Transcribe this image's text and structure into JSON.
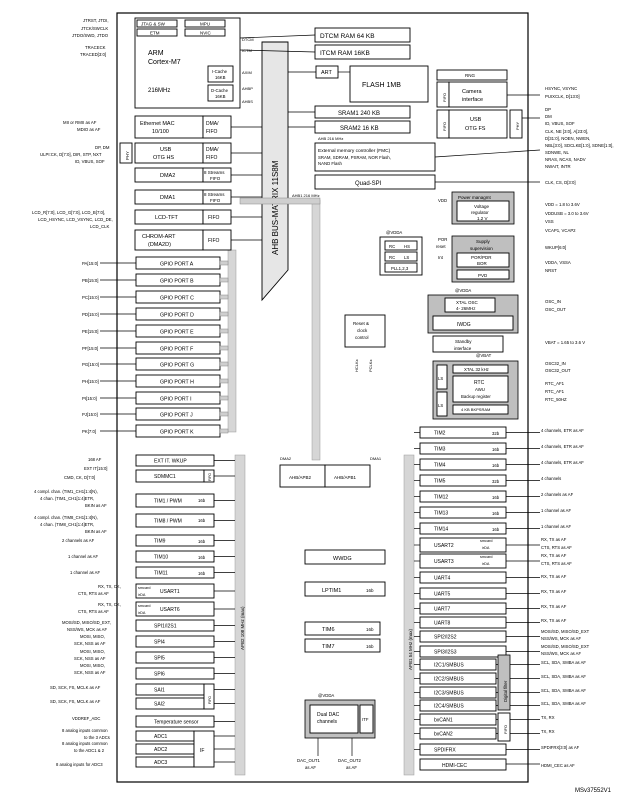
{
  "left_pins": {
    "jtag": [
      "JTRST, JTDI,",
      "JTCK/SWCLK",
      "JTDO/SWD, JTDO"
    ],
    "trace": [
      "TRACECK",
      "TRACED[3:0]"
    ],
    "eth_pins": [
      "MII or RMII as AF",
      "MDIO as AF"
    ],
    "usb_hs_pins": [
      "DP, DM",
      "ULPI:CK, D[7:0], DIR, STP, NXT",
      "ID, VBUS, SOF"
    ],
    "lcd_pins": [
      "LCD_R[7:0], LCD_G[7:0], LCD_B[7:0],",
      "LCD_HSYNC, LCD_VSYNC, LCD_DE,",
      "LCD_CLK"
    ],
    "gpio": [
      "PA[15:0]",
      "PB[15:0]",
      "PC[15:0]",
      "PD[15:0]",
      "PE[15:0]",
      "PF[15:0]",
      "PG[15:0]",
      "PH[15:0]",
      "PI[15:0]",
      "PJ[15:0]",
      "PK[7:0]"
    ],
    "apb2": [
      "168 AF",
      "EXT IT[15:0]",
      "CMD, CK, D[7:0]",
      "4 compl. chan. (TIM1_CH1[1:4]N),",
      "4 chan. (TIM1_CH1[1:4]ETR,",
      "BKIN as AF",
      "4 compl. chan. (TIM8_CH1[1:4]N),",
      "4 chan. (TIM8_CH1[1:4]ETR,",
      "BKIN as AF",
      "2 channels as AF",
      "1 channel as AF",
      "1 channel as AF",
      "RX, TX, CK,",
      "CTS, RTS as AF",
      "RX, TX, CK,",
      "CTS, RTS as AF",
      "MOSI/SD, MISO/SD_EXT,",
      "NSS/WS, MCK as AF",
      "MOSI, MISO,",
      "SCK, NSS as AF",
      "MOSI, MISO,",
      "SCK, NSS as AF",
      "MOSI, MISO,",
      "SCK, NSS as AF",
      "SD, SCK, FS, MCLK as AF",
      "SD, SCK, FS, MCLK as AF",
      "VDDREF_ADC",
      "8 analog inputs common",
      "to the 3 ADCs",
      "8 analog inputs common",
      "to the ADC1 & 2",
      "8 analog inputs for ADC3"
    ]
  },
  "core": {
    "jtag_sw": "JTAG & SW",
    "mpu": "MPU",
    "etm": "ETM",
    "nvic": "NVIC",
    "cpu_name": "ARM",
    "cpu_core": "Cortex-M7",
    "freq": "216MHz",
    "icache": [
      "I-Cache",
      "16KB"
    ],
    "dcache": [
      "D-Cache",
      "16KB"
    ],
    "ports": [
      "DTCM",
      "ICTM",
      "AXIM",
      "AHBP",
      "AHBS"
    ]
  },
  "memory": {
    "dtcm": "DTCM RAM 64 KB",
    "itcm": "ITCM RAM 16KB",
    "art": "ART",
    "flash": "FLASH 1MB",
    "sram1": "SRAM1 240 KB",
    "sram2": "SRAM2 16 KB",
    "ahb_bus_label": "AHB 216 MHz",
    "fmc_title": "External memory controller (FMC)",
    "fmc_desc": [
      "SRAM, SDRAM, PSRAM, NOR Flash,",
      "NAND Flash"
    ],
    "quadspi": "Quad-SPI",
    "ahb_bus_label2": "AHB1 216 MHz"
  },
  "masters": {
    "eth": [
      "Ethernet MAC",
      "10/100"
    ],
    "eth_fifo": [
      "DMA/",
      "FIFO"
    ],
    "usb_hs": [
      "USB",
      "OTG HS"
    ],
    "usb_fifo": [
      "DMA/",
      "FIFO"
    ],
    "phy": "PHY",
    "dma2": "DMA2",
    "dma2_fifo": [
      "8 Streams",
      "FIFO"
    ],
    "dma1": "DMA1",
    "dma1_fifo": [
      "8 Streams",
      "FIFO"
    ],
    "lcd": "LCD-TFT",
    "lcd_fifo": "FIFO",
    "chrom": [
      "CHROM-ART",
      "(DMA2D)"
    ],
    "chrom_fifo": "FIFO",
    "bus_matrix": "AHB BUS-MATRIX 11S8M"
  },
  "gpio_ports": [
    "GPIO PORT A",
    "GPIO PORT B",
    "GPIO PORT C",
    "GPIO PORT D",
    "GPIO PORT E",
    "GPIO PORT F",
    "GPIO PORT G",
    "GPIO PORT H",
    "GPIO PORT I",
    "GPIO PORT J",
    "GPIO PORT K"
  ],
  "apb2_blocks": {
    "exti": "EXT IT. WKUP",
    "sdmmc": "SDMMC1",
    "fifo": "FIFO",
    "tim1": "TIM1 / PWM",
    "tim8": "TIM8 / PWM",
    "tim9": "TIM9",
    "tim10": "TIM10",
    "tim11": "TIM11",
    "usart1": [
      "USART1",
      "smcard",
      "irDA"
    ],
    "usart6": [
      "USART6",
      "smcard",
      "irDA"
    ],
    "spi1": "SPI1/I2S1",
    "spi4": "SPI4",
    "spi5": "SPI5",
    "spi6": "SPI6",
    "sai1": "SAI1",
    "sai2": "SAI2",
    "temp": "Temperature sensor",
    "adc1": "ADC1",
    "adc2": "ADC2",
    "adc3": "ADC3",
    "if": "IF",
    "bits16": "16b",
    "apb2_label": "APB2 108 MHz (max)"
  },
  "bridges": {
    "dma2": "DMA2",
    "dma1": "DMA1",
    "apb2": "AHB/APB2",
    "apb1": "AHB/APB1"
  },
  "mid_blocks": {
    "wwdg": "WWDG",
    "lptim1": "LPTIM1",
    "tim6": "TIM6",
    "tim7": "TIM7",
    "b16": "16b",
    "vdda": "@VDDA",
    "dac": [
      "Dual DAC",
      "channels"
    ],
    "itf": "ITF",
    "dac_out1": [
      "DAC_OUT1",
      "as AF"
    ],
    "dac_out2": [
      "DAC_OUT2",
      "as AF"
    ],
    "reset": [
      "Reset &",
      "clock",
      "control"
    ],
    "hclk": "HCLKx",
    "pclk": "PCLKx"
  },
  "right_top": {
    "rng": "RNG",
    "camera": [
      "Camera",
      "interface"
    ],
    "fifo": "FIFO",
    "usb_fs": [
      "USB",
      "OTG FS"
    ],
    "phy": "PHY",
    "cam_pins": [
      "HSYNC, VSYNC",
      "PUIXCLK, D[13:0]"
    ],
    "usbfs_pins": [
      "DP",
      "DM",
      "ID, VBUS, SOF"
    ],
    "fmc_pins": [
      "CLK, NE [3:0], A[23:0],",
      "D[31:0], NOEN, NWEN,",
      "NBL[3:0], SDCLKE[1:0], SDNE[1:0],",
      "SDNWE, NL",
      "NRAS, NCAS, NADV",
      "NWAIT, INTR"
    ],
    "qspi_pins": "CLK, CS, D[3:0]"
  },
  "power": {
    "vdd": "VDD",
    "pm": [
      "Power managmt",
      "Voltage",
      "regulator",
      "1.2 V"
    ],
    "vdd_pins": [
      "VDD = 1.8 to 3.6V",
      "VDDUSB = 3.0 to 3.6V",
      "VSS",
      "VCAP1, VCAP2"
    ],
    "vdda_label": "@VDDA",
    "vdd_label": "@VDD",
    "rc_hs": [
      "RC",
      "HS"
    ],
    "rc_ls": [
      "RC",
      "LS"
    ],
    "pll": "PLL1,2,3",
    "por_reset": [
      "POR",
      "reset"
    ],
    "int": "Int",
    "supply_sup": [
      "Supply",
      "supervision"
    ],
    "por_bor": [
      "POR/PDR",
      "BOR"
    ],
    "pvd": "PVD",
    "wkup": "WKUP[6:0]",
    "vdda_pins": [
      "VDDA, VSSA",
      "NRST"
    ],
    "xtal": [
      "XTAL OSC",
      "4- 26MHz"
    ],
    "iwdg": "IWDG",
    "osc_pins": [
      "OSC_IN",
      "OSC_OUT"
    ],
    "standby": [
      "Standby",
      "interface"
    ],
    "vbat_label": "@VBAT",
    "vbat_range": "VBAT = 1.65 to 3.6 V",
    "xtal32": "XTAL 32 kHz",
    "osc32_pins": [
      "OSC32_IN",
      "OSC32_OUT"
    ],
    "ls": "LS",
    "rtc": [
      "RTC",
      "AWU",
      "Backup register"
    ],
    "bkpsram": "4 KB BKPSRAM",
    "rtc_pins": [
      "RTC_AF1",
      "RTC_AF1",
      "RTC_50HZ"
    ]
  },
  "apb1_blocks": {
    "tim2": "TIM2",
    "tim3": "TIM3",
    "tim4": "TIM4",
    "tim5": "TIM5",
    "tim12": "TIM12",
    "tim13": "TIM13",
    "tim14": "TIM14",
    "b32": "32b",
    "b16": "16b",
    "usart2": [
      "USART2",
      "smcard",
      "irDA"
    ],
    "usart3": [
      "USART3",
      "smcard",
      "irDA"
    ],
    "uart4": "UART4",
    "uart5": "UART5",
    "uart7": "UART7",
    "uart8": "UART8",
    "spi2": "SPI2/I2S2",
    "spi3": "SPI3/I2S3",
    "i2c1": "I2C1/SMBUS",
    "i2c2": "I2C2/SMBUS",
    "i2c3": "I2C3/SMBUS",
    "i2c4": "I2C4/SMBUS",
    "digital_filter": "Digital filter",
    "bxcan1": "bxCAN1",
    "bxcan2": "bxCAN2",
    "fifo": "FIFO",
    "spdif": "SPDIFRX",
    "hdmi": "HDMI-CEC",
    "apb1_label": "APB1 54 MHz (max)"
  },
  "right_pins": [
    "4 channels, ETR as AF",
    "4 channels, ETR as AF",
    "4 channels, ETR as AF",
    "4 channels",
    "2 channels as AF",
    "1 channel as AF",
    "1 channel as AF",
    "RX, TX as AF",
    "CTS, RTS as AF",
    "RX, TX as AF",
    "CTS, RTS as AF",
    "RX, TX as AF",
    "RX, TX as AF",
    "RX, TX as AF",
    "RX, TX as AF",
    "MOSI/SD, MISO/SD_EXT",
    "NSS/WS, MCK as AF",
    "MOSI/SD, MISO/SD_EXT",
    "NSS/WS, MCK as AF",
    "SCL, SDA, SMBA as AF",
    "SCL, SDA, SMBA as AF",
    "SCL, SDA, SMBA as AF",
    "SCL, SDA, SMBA as AF",
    "TX, RX",
    "TX, RX",
    "SPDIFRX[3:0] as AF",
    "HDMI_CEC as AF"
  ],
  "footer": "MSv37552V1"
}
